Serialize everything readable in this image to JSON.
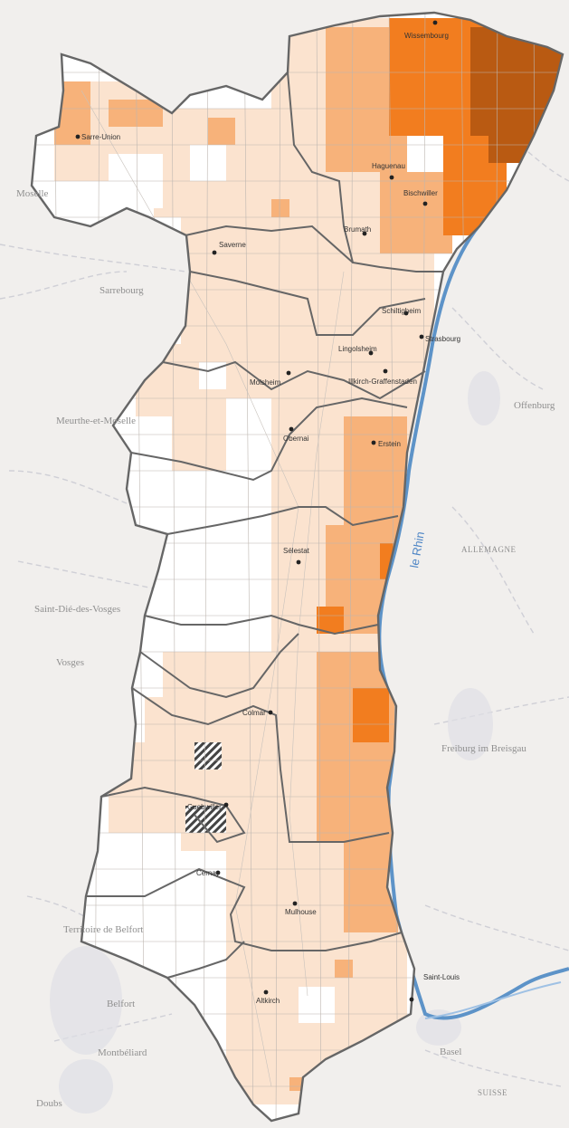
{
  "map": {
    "colors": {
      "background": "#f1efed",
      "level0": "#ffffff",
      "level1": "#fbe3cf",
      "level2": "#f7b27a",
      "level3": "#f27d1f",
      "level4": "#b95a12",
      "outline": "#666666",
      "river": "#5d93c8"
    },
    "river_label": "le Rhin",
    "regions": [
      {
        "id": "moselle",
        "label": "Moselle"
      },
      {
        "id": "meurthe",
        "label": "Meurthe-et-Moselle"
      },
      {
        "id": "vosges",
        "label": "Vosges"
      },
      {
        "id": "territoire",
        "label": "Territoire de Belfort"
      },
      {
        "id": "doubs",
        "label": "Doubs"
      },
      {
        "id": "allemagne",
        "label": "ALLEMAGNE"
      },
      {
        "id": "suisse",
        "label": "SUISSE"
      }
    ],
    "cities_outside": [
      {
        "id": "sarrebourg",
        "label": "Sarrebourg"
      },
      {
        "id": "saint-die",
        "label": "Saint-Dié-des-Vosges"
      },
      {
        "id": "belfort",
        "label": "Belfort"
      },
      {
        "id": "montbeliard",
        "label": "Montbéliard"
      },
      {
        "id": "offenburg",
        "label": "Offenburg"
      },
      {
        "id": "freiburg",
        "label": "Freiburg im Breisgau"
      },
      {
        "id": "basel",
        "label": "Basel"
      }
    ],
    "cities": [
      {
        "id": "wissembourg",
        "label": "Wissembourg"
      },
      {
        "id": "sarre-union",
        "label": "Sarre-Union"
      },
      {
        "id": "haguenau",
        "label": "Haguenau"
      },
      {
        "id": "bischwiller",
        "label": "Bischwiller"
      },
      {
        "id": "brumath",
        "label": "Brumath"
      },
      {
        "id": "saverne",
        "label": "Saverne"
      },
      {
        "id": "schiltigheim",
        "label": "Schiltigheim"
      },
      {
        "id": "strasbourg",
        "label": "Strasbourg"
      },
      {
        "id": "lingolsheim",
        "label": "Lingolsheim"
      },
      {
        "id": "illkirch",
        "label": "Illkirch-Graffenstaden"
      },
      {
        "id": "molsheim",
        "label": "Molsheim"
      },
      {
        "id": "obernai",
        "label": "Obernai"
      },
      {
        "id": "erstein",
        "label": "Erstein"
      },
      {
        "id": "selestat",
        "label": "Sélestat"
      },
      {
        "id": "colmar",
        "label": "Colmar"
      },
      {
        "id": "guebwiller",
        "label": "Guebwiller"
      },
      {
        "id": "cernay",
        "label": "Cernay"
      },
      {
        "id": "mulhouse",
        "label": "Mulhouse"
      },
      {
        "id": "saint-louis",
        "label": "Saint-Louis"
      },
      {
        "id": "altkirch",
        "label": "Altkirch"
      }
    ]
  }
}
